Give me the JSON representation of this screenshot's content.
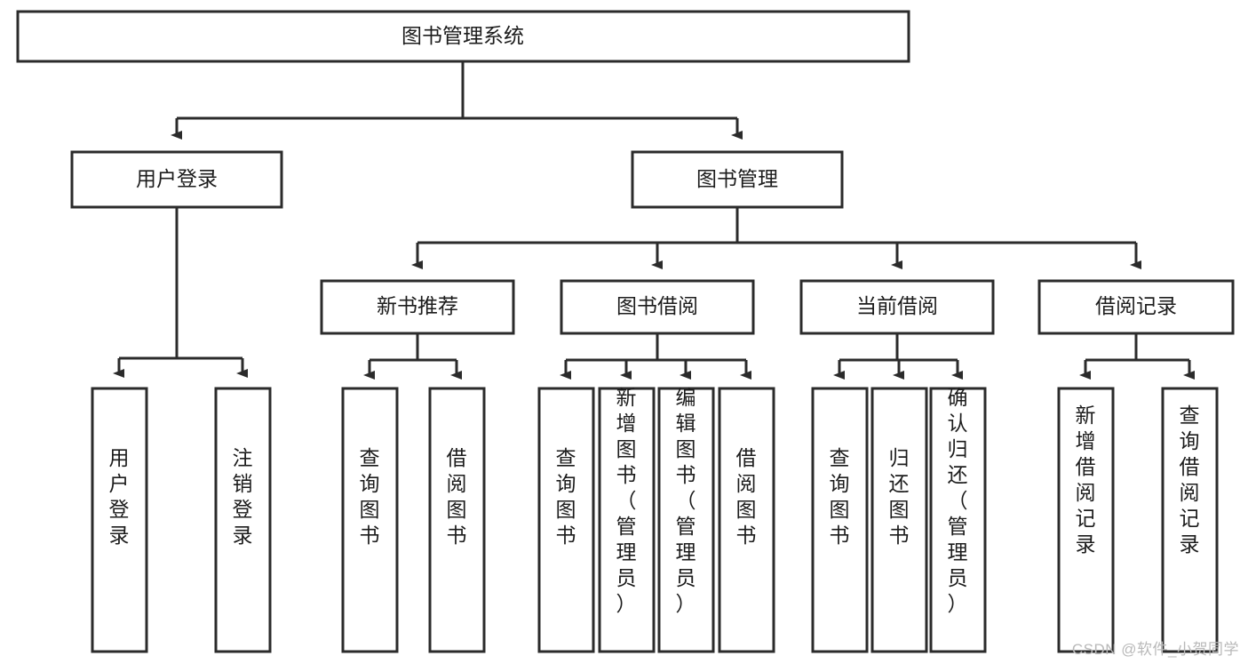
{
  "diagram": {
    "title": "图书管理系统",
    "type": "hierarchy-tree",
    "orientation": "top-down",
    "root": {
      "id": "root",
      "label": "图书管理系统",
      "text_orientation": "horizontal"
    },
    "level2": [
      {
        "id": "user-login",
        "label": "用户登录",
        "text_orientation": "horizontal"
      },
      {
        "id": "book-manage",
        "label": "图书管理",
        "text_orientation": "horizontal"
      }
    ],
    "level3": [
      {
        "id": "new-book-recommend",
        "label": "新书推荐",
        "parent": "book-manage",
        "text_orientation": "horizontal"
      },
      {
        "id": "book-borrow",
        "label": "图书借阅",
        "parent": "book-manage",
        "text_orientation": "horizontal"
      },
      {
        "id": "current-borrow",
        "label": "当前借阅",
        "parent": "book-manage",
        "text_orientation": "horizontal"
      },
      {
        "id": "borrow-record",
        "label": "借阅记录",
        "parent": "book-manage",
        "text_orientation": "horizontal"
      }
    ],
    "leaves": [
      {
        "id": "leaf-user-login",
        "label": "用户登录",
        "parent": "user-login",
        "text_orientation": "vertical"
      },
      {
        "id": "leaf-user-logout",
        "label": "注销登录",
        "parent": "user-login",
        "text_orientation": "vertical"
      },
      {
        "id": "leaf-query-book-1",
        "label": "查询图书",
        "parent": "new-book-recommend",
        "text_orientation": "vertical"
      },
      {
        "id": "leaf-borrow-book-1",
        "label": "借阅图书",
        "parent": "new-book-recommend",
        "text_orientation": "vertical"
      },
      {
        "id": "leaf-query-book-2",
        "label": "查询图书",
        "parent": "book-borrow",
        "text_orientation": "vertical"
      },
      {
        "id": "leaf-add-book",
        "label": "新增图书（管理员）",
        "parent": "book-borrow",
        "text_orientation": "vertical"
      },
      {
        "id": "leaf-edit-book",
        "label": "编辑图书（管理员）",
        "parent": "book-borrow",
        "text_orientation": "vertical"
      },
      {
        "id": "leaf-borrow-book-2",
        "label": "借阅图书",
        "parent": "book-borrow",
        "text_orientation": "vertical"
      },
      {
        "id": "leaf-query-book-3",
        "label": "查询图书",
        "parent": "current-borrow",
        "text_orientation": "vertical"
      },
      {
        "id": "leaf-return-book",
        "label": "归还图书",
        "parent": "current-borrow",
        "text_orientation": "vertical"
      },
      {
        "id": "leaf-confirm-return",
        "label": "确认归还（管理员）",
        "parent": "current-borrow",
        "text_orientation": "vertical"
      },
      {
        "id": "leaf-add-record",
        "label": "新增借阅记录",
        "parent": "borrow-record",
        "text_orientation": "vertical"
      },
      {
        "id": "leaf-query-record",
        "label": "查询借阅记录",
        "parent": "borrow-record",
        "text_orientation": "vertical"
      }
    ],
    "colors": {
      "box_fill": "#ffffff",
      "box_stroke": "#2b2b2b",
      "text": "#1c1c1c",
      "background": "#ffffff",
      "watermark": "#b9b9b9"
    }
  },
  "watermark": {
    "text": "CSDN @软件_小贺同学"
  }
}
